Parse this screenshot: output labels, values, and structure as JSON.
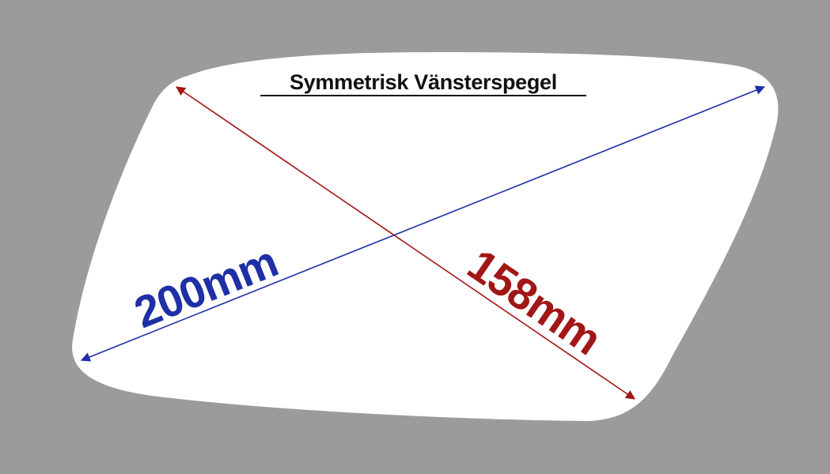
{
  "title": "Symmetrisk Vänsterspegel",
  "dimensions": [
    {
      "label": "200mm",
      "color": "#1f2fa6"
    },
    {
      "label": "158mm",
      "color": "#a11616"
    }
  ],
  "colors": {
    "background": "#9b9b9b",
    "mirror_fill": "#ffffff",
    "title": "#111111"
  }
}
